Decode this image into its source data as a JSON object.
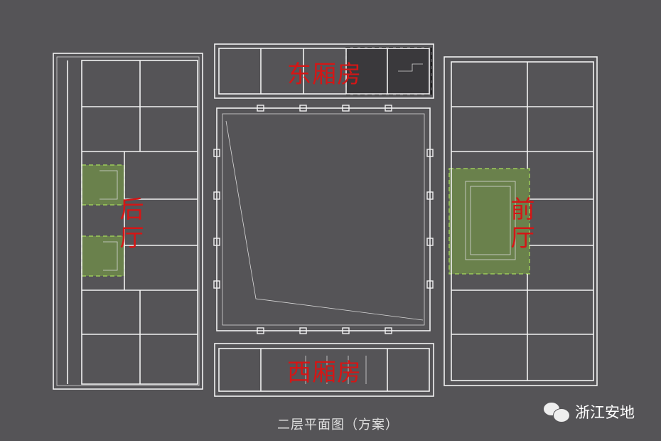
{
  "labels": {
    "east_wing": "东厢房",
    "west_wing": "西厢房",
    "rear_hall": [
      "后",
      "厅"
    ],
    "front_hall": [
      "前",
      "厅"
    ]
  },
  "caption": "二层平面图（方案）",
  "watermark": {
    "icon": "wechat-icon",
    "text": "浙江安地"
  },
  "colors": {
    "background": "#555457",
    "label": "#d41616",
    "highlight_green": "#6f8a4a",
    "highlight_dark": "#3a393c"
  }
}
